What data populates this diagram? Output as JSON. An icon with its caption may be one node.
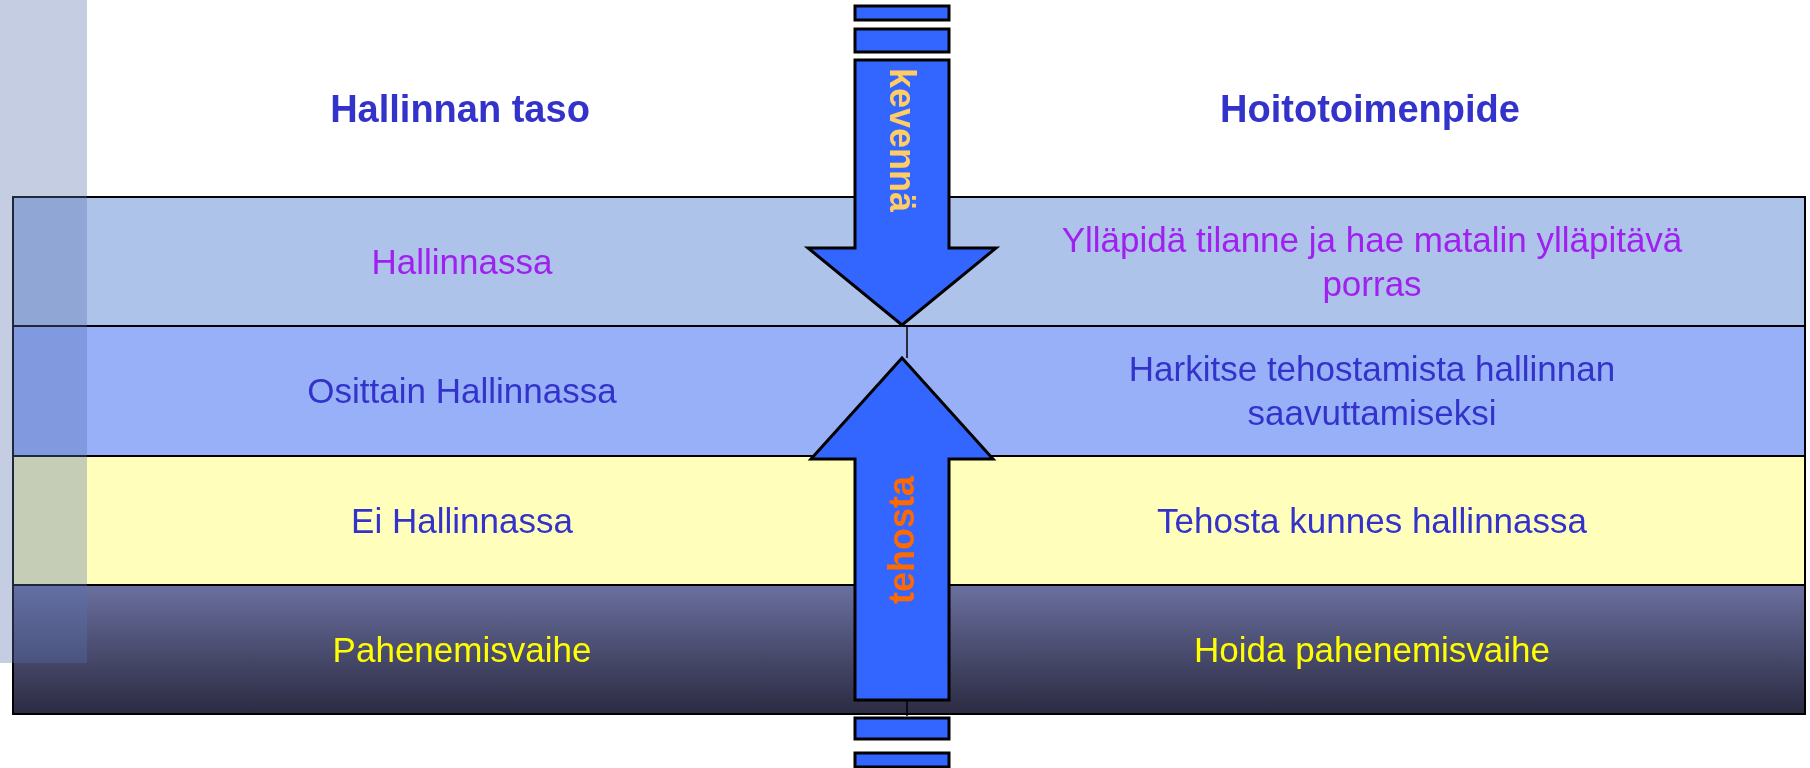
{
  "diagram": {
    "nodes": [
      {
        "text": [
          "Hallinnassa",
          "Ylläpidä tilanne ja hae matalin ylläpitävä porras"
        ]
      },
      {
        "text": [
          "Osittain Hallinnassa",
          "Harkitse tehostamista hallinnan saavuttamiseksi"
        ]
      },
      {
        "text": [
          "Ei Hallinnassa",
          "Tehosta kunnes hallinnassa"
        ]
      },
      {
        "text": [
          "Pahenemisvaihe",
          "Hoida pahenemisvaihe"
        ]
      }
    ],
    "edges": [
      {
        "from": null,
        "to": 0,
        "arrow": "to",
        "label": "kevennä"
      },
      {
        "from": 3,
        "to": 1,
        "arrow": "to",
        "label": "tehosta"
      }
    ],
    "labels": [
      "Hallinnan taso",
      "Hoitotoimenpide"
    ]
  }
}
